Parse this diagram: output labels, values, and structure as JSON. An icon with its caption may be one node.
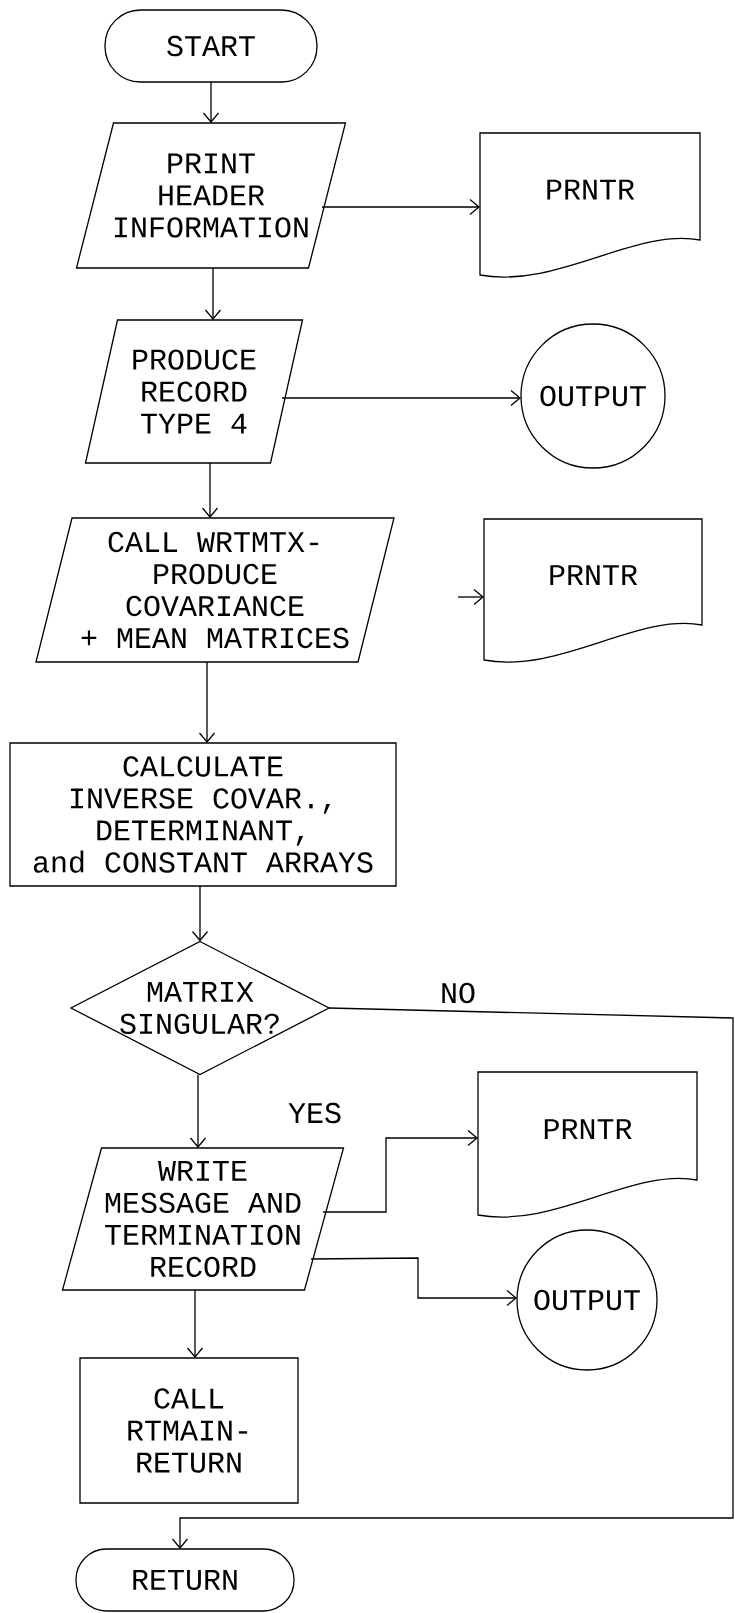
{
  "diagram": {
    "nodes": [
      {
        "text": [
          "START"
        ]
      },
      {
        "text": [
          "PRINT HEADER INFORMATION"
        ]
      },
      {
        "text": [
          "PRNTR"
        ]
      },
      {
        "text": [
          "PRODUCE RECORD TYPE 4"
        ]
      },
      {
        "text": [
          "OUTPUT"
        ]
      },
      {
        "text": [
          "CALL WRTMTX- PRODUCE COVARIANCE + MEAN MATRICES"
        ]
      },
      {
        "text": [
          "PRNTR"
        ]
      },
      {
        "text": [
          "CALCULATE INVERSE COVAR., DETERMINANT, and CONSTANT ARRAYS"
        ]
      },
      {
        "text": [
          "MATRIX SINGULAR?"
        ]
      },
      {
        "text": [
          "WRITE MESSAGE AND TERMINATION RECORD"
        ]
      },
      {
        "text": [
          "PRNTR"
        ]
      },
      {
        "text": [
          "OUTPUT"
        ]
      },
      {
        "text": [
          "CALL RTMAIN- RETURN"
        ]
      },
      {
        "text": [
          "RETURN"
        ]
      }
    ],
    "edges": [
      {
        "from": 0,
        "to": 1,
        "arrow": "to"
      },
      {
        "from": 1,
        "to": 2,
        "arrow": "to"
      },
      {
        "from": 1,
        "to": 3,
        "arrow": "to"
      },
      {
        "from": 3,
        "to": 4,
        "arrow": "to"
      },
      {
        "from": 3,
        "to": 5,
        "arrow": "to"
      },
      {
        "from": null,
        "to": 6,
        "arrow": "to"
      },
      {
        "from": 5,
        "to": 7,
        "arrow": "to"
      },
      {
        "from": 7,
        "to": 8,
        "arrow": "to"
      },
      {
        "from": 8,
        "to": 13,
        "arrow": "to",
        "label": "NO"
      },
      {
        "from": 8,
        "to": 9,
        "arrow": "to",
        "label": "YES"
      },
      {
        "from": 9,
        "to": 10,
        "arrow": "to"
      },
      {
        "from": 9,
        "to": 11,
        "arrow": "to"
      },
      {
        "from": 9,
        "to": 12,
        "arrow": "to"
      }
    ]
  }
}
